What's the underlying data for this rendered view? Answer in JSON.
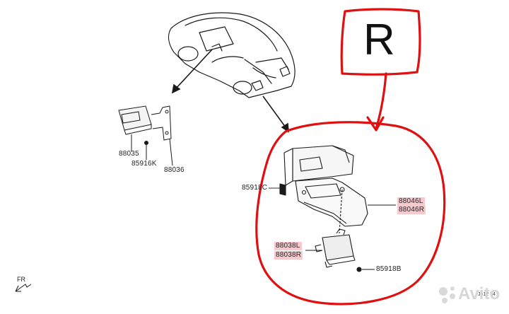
{
  "annotation": {
    "letter": "R",
    "ink_color": "#e01010"
  },
  "parts": {
    "left_group": {
      "p88035": "88035",
      "p85916k": "85916K",
      "p88036": "88036"
    },
    "right_group": {
      "p85918c": "85918C",
      "p88046l": "88046L",
      "p88046r": "88046R",
      "p88038l": "88038L",
      "p88038r": "88038R",
      "p85918b": "85918B"
    }
  },
  "orientation_label": "FR",
  "diagram_code": "J312 94",
  "watermark": "Avito",
  "highlight_color": "#f6c9cf"
}
